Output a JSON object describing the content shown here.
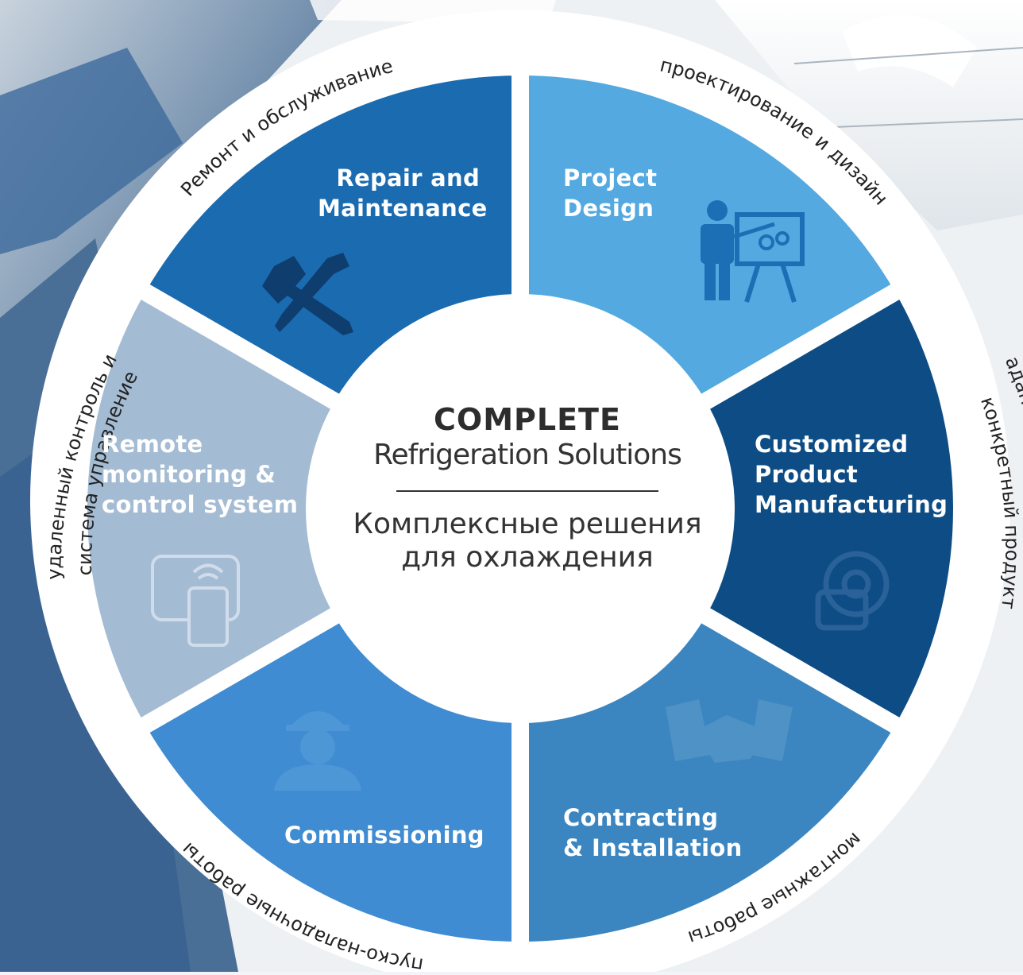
{
  "center": {
    "title": "COMPLETE",
    "subtitle": "Refrigeration Solutions",
    "ru_line1": "Комплексные решения",
    "ru_line2": "для охлаждения"
  },
  "segments": [
    {
      "id": "repair",
      "label_line1": "Repair and",
      "label_line2": "Maintenance",
      "label_line3": "",
      "ring_text": "Ремонт и обслуживание",
      "color": "#1b6bb0",
      "icon": "wrench-screwdriver-icon"
    },
    {
      "id": "design",
      "label_line1": "Project",
      "label_line2": "Design",
      "label_line3": "",
      "ring_text": "проектирование и дизайн",
      "color": "#54a9e0",
      "icon": "presenter-board-icon"
    },
    {
      "id": "manufacturing",
      "label_line1": "Customized",
      "label_line2": "Product",
      "label_line3": "Manufacturing",
      "ring_text": "адаптация производства под конкретный продукт",
      "color": "#0d4c84",
      "icon": "gear-hand-icon"
    },
    {
      "id": "installation",
      "label_line1": "Contracting",
      "label_line2": "& Installation",
      "label_line3": "",
      "ring_text": "монтажные работы",
      "color": "#3b86c0",
      "icon": "handshake-icon"
    },
    {
      "id": "commissioning",
      "label_line1": "Commissioning",
      "label_line2": "",
      "label_line3": "",
      "ring_text": "пуско-наладочные работы",
      "color": "#3f8cd2",
      "icon": "engineer-hardhat-icon"
    },
    {
      "id": "remote",
      "label_line1": "Remote",
      "label_line2": "monitoring &",
      "label_line3": "control system",
      "ring_text": "удаленный контроль и система управление",
      "color": "#a4bcd3",
      "icon": "remote-control-icon"
    }
  ]
}
